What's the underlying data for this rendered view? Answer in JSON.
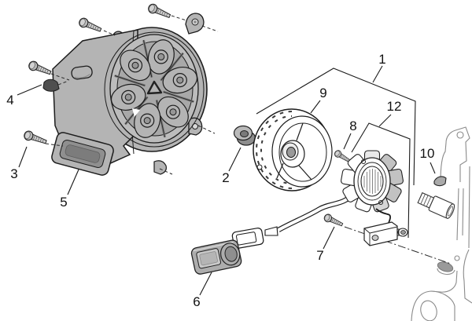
{
  "figure": {
    "kind": "exploded-parts-diagram"
  },
  "colors": {
    "background": "#ffffff",
    "line": "#1a1a1a",
    "part_gray": "#b4b4b4",
    "part_gray_dark": "#8f8f8f",
    "part_gray_light": "#c9c9c9",
    "rubber_plug_dark": "#4f4f4f",
    "case_outline_gray": "#8a8a8a",
    "callout_text": "#111111"
  },
  "callouts": [
    {
      "text": "1"
    },
    {
      "text": "2"
    },
    {
      "text": "3"
    },
    {
      "text": "4"
    },
    {
      "text": "5"
    },
    {
      "text": "6"
    },
    {
      "text": "7"
    },
    {
      "text": "8"
    },
    {
      "text": "9"
    },
    {
      "text": "10"
    },
    {
      "text": "12"
    }
  ]
}
